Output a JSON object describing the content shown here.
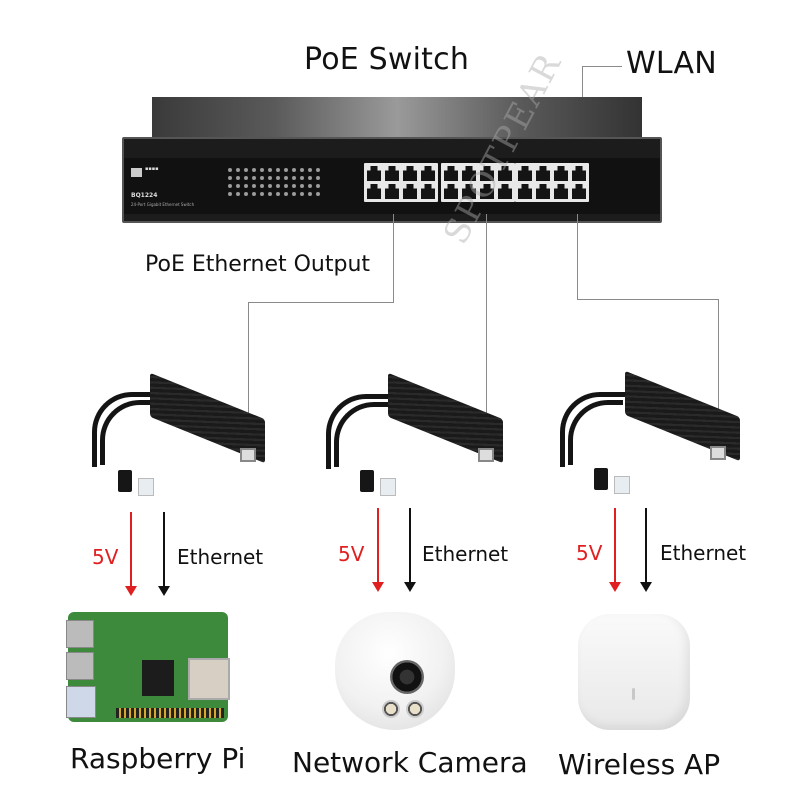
{
  "diagram": {
    "title": "PoE Switch",
    "wlan_label": "WLAN",
    "output_label": "PoE Ethernet Output",
    "watermark": "SPOTPEAR",
    "switch": {
      "model": "BQ1224",
      "subtitle": "24-Port Gigabit Ethernet Switch",
      "port_count": 24
    },
    "branches": [
      {
        "device": "Raspberry Pi",
        "power_label": "5V",
        "data_label": "Ethernet"
      },
      {
        "device": "Network Camera",
        "power_label": "5V",
        "data_label": "Ethernet"
      },
      {
        "device": "Wireless AP",
        "power_label": "5V",
        "data_label": "Ethernet"
      }
    ],
    "colors": {
      "power_arrow": "#e02020",
      "data_arrow": "#111111",
      "connector_line": "#8a8a8a"
    }
  }
}
